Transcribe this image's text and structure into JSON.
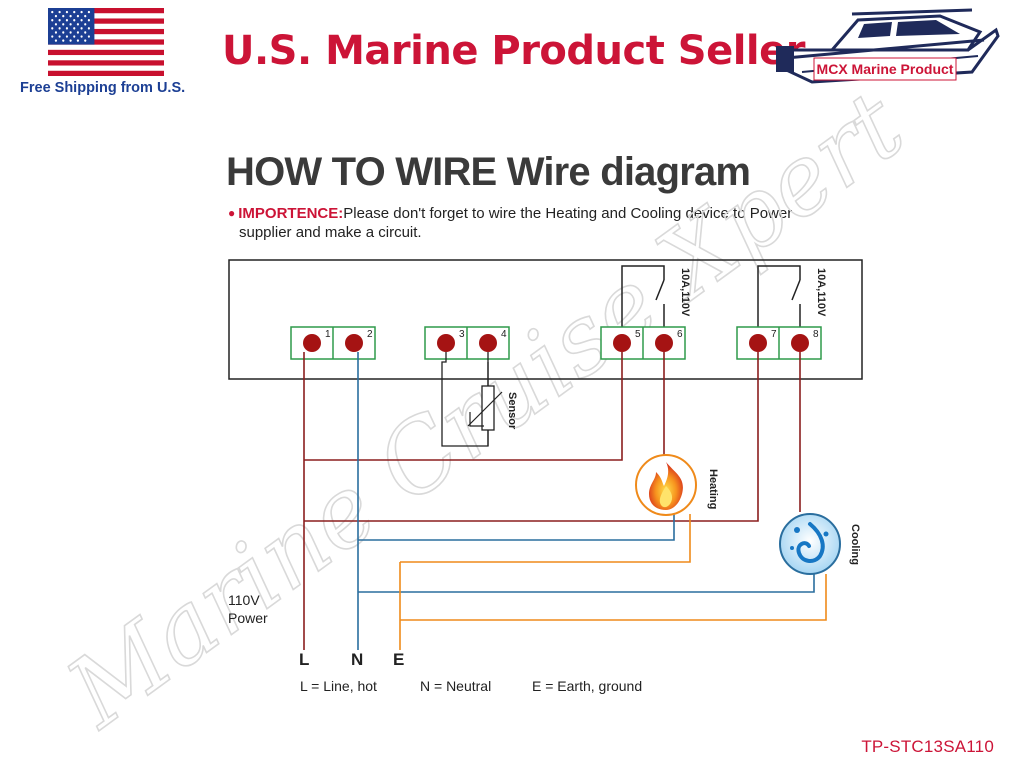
{
  "header": {
    "seller_title": "U.S. Marine Product Seller",
    "shipping_label": "Free Shipping from U.S.",
    "logo_text": "MCX Marine Product"
  },
  "diagram": {
    "title": "HOW TO WIRE Wire diagram",
    "note_lead": "IMPORTENCE:",
    "note_line1": "Please don't forget to wire the Heating and Cooling device to Power",
    "note_line2": "supplier and make a circuit.",
    "terminals": [
      "1",
      "2",
      "3",
      "4",
      "5",
      "6",
      "7",
      "8"
    ],
    "relay_rating_1": "10A,110V",
    "relay_rating_2": "10A,110V",
    "sensor_label": "Sensor",
    "heating_label": "Heating",
    "cooling_label": "Cooling",
    "power_line1": "110V",
    "power_line2": "Power",
    "wire_L": "L",
    "wire_N": "N",
    "wire_E": "E",
    "legend_L": "L = Line, hot",
    "legend_N": "N = Neutral",
    "legend_E": "E = Earth, ground",
    "watermark": "Marine Cruise Xpert",
    "part_number": "TP-STC13SA110"
  },
  "colors": {
    "line_wire": "#8b1e1e",
    "neutral_wire": "#2a6e9e",
    "earth_wire": "#ef8a1a",
    "terminal_green": "#2f9a4a",
    "terminal_dot": "#a51313",
    "accent_red": "#cc1437"
  }
}
